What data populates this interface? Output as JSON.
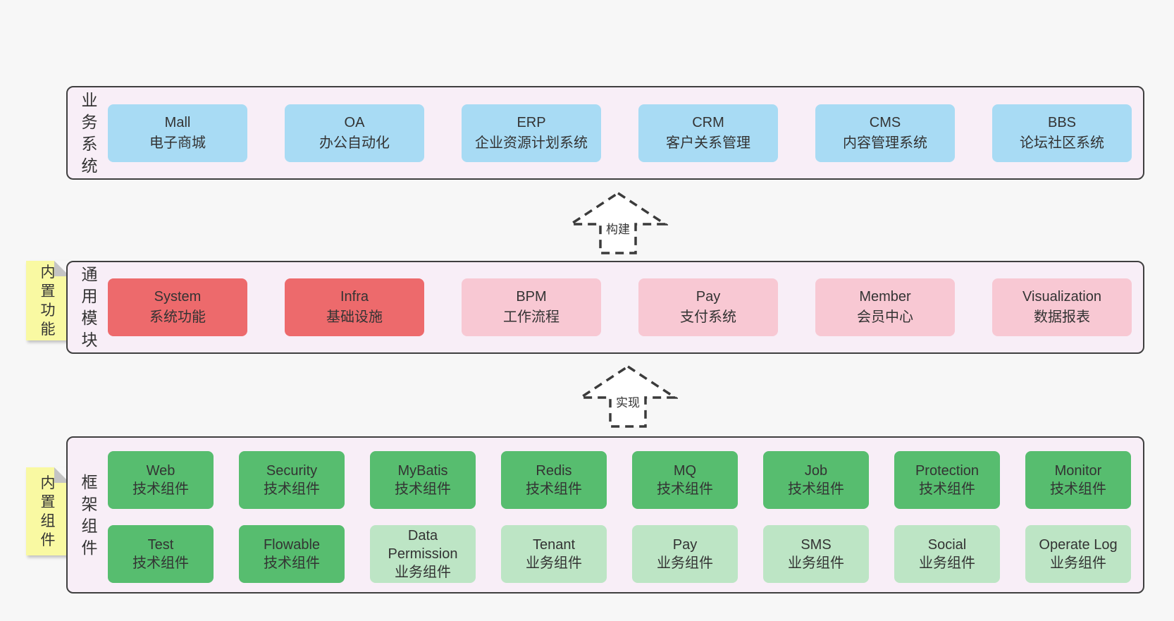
{
  "panels": {
    "business": {
      "label": "业务系统",
      "boxes": [
        {
          "title": "Mall",
          "subtitle": "电子商城"
        },
        {
          "title": "OA",
          "subtitle": "办公自动化"
        },
        {
          "title": "ERP",
          "subtitle": "企业资源计划系统"
        },
        {
          "title": "CRM",
          "subtitle": "客户关系管理"
        },
        {
          "title": "CMS",
          "subtitle": "内容管理系统"
        },
        {
          "title": "BBS",
          "subtitle": "论坛社区系统"
        }
      ]
    },
    "modules": {
      "label": "通用模块",
      "boxes": [
        {
          "title": "System",
          "subtitle": "系统功能"
        },
        {
          "title": "Infra",
          "subtitle": "基础设施"
        },
        {
          "title": "BPM",
          "subtitle": "工作流程"
        },
        {
          "title": "Pay",
          "subtitle": "支付系统"
        },
        {
          "title": "Member",
          "subtitle": "会员中心"
        },
        {
          "title": "Visualization",
          "subtitle": "数据报表"
        }
      ]
    },
    "components": {
      "label": "框架组件",
      "rows": [
        [
          {
            "title": "Web",
            "subtitle": "技术组件"
          },
          {
            "title": "Security",
            "subtitle": "技术组件"
          },
          {
            "title": "MyBatis",
            "subtitle": "技术组件"
          },
          {
            "title": "Redis",
            "subtitle": "技术组件"
          },
          {
            "title": "MQ",
            "subtitle": "技术组件"
          },
          {
            "title": "Job",
            "subtitle": "技术组件"
          },
          {
            "title": "Protection",
            "subtitle": "技术组件"
          },
          {
            "title": "Monitor",
            "subtitle": "技术组件"
          }
        ],
        [
          {
            "title": "Test",
            "subtitle": "技术组件"
          },
          {
            "title": "Flowable",
            "subtitle": "技术组件"
          },
          {
            "title": "Data Permission",
            "subtitle": "业务组件"
          },
          {
            "title": "Tenant",
            "subtitle": "业务组件"
          },
          {
            "title": "Pay",
            "subtitle": "业务组件"
          },
          {
            "title": "SMS",
            "subtitle": "业务组件"
          },
          {
            "title": "Social",
            "subtitle": "业务组件"
          },
          {
            "title": "Operate Log",
            "subtitle": "业务组件"
          }
        ]
      ]
    }
  },
  "arrows": [
    {
      "label": "构建"
    },
    {
      "label": "实现"
    }
  ],
  "tags": [
    {
      "label": "内置功能"
    },
    {
      "label": "内置组件"
    }
  ],
  "colors": {
    "page_bg": "#f7f7f7",
    "panel_bg": "#f8eef7",
    "panel_border": "#3f3f3f",
    "blue": "#a8dbf4",
    "red": "#ed6a6c",
    "pink": "#f8c8d3",
    "green": "#57bd6f",
    "light_green": "#bde5c5",
    "yellow": "#f9f9a2",
    "fold_gray": "#c4c4c4",
    "text": "#333333"
  }
}
